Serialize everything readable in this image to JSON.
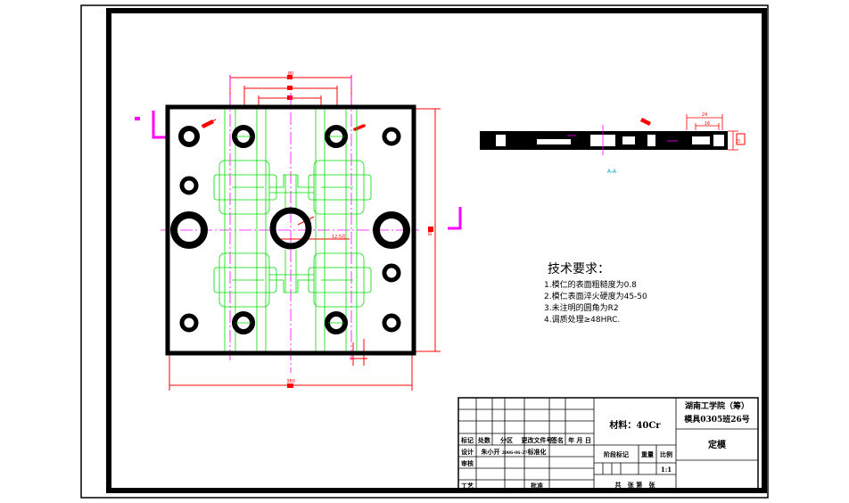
{
  "drawing": {
    "plan_dims": {
      "top_inner": "80",
      "right_height": "380",
      "hole_callout": "12.5孔",
      "bottom_width": "380"
    },
    "section": {
      "label": "A-A",
      "dim_top": "24",
      "dim_second": "16",
      "dim_side": "10"
    },
    "tech_requirements": {
      "title": "技术要求：",
      "items": [
        "1.模仁的表面粗糙度为0.8",
        "2.模仁表面淬火硬度为45-50",
        "3.未注明的圆角为R2",
        "4.调质处理≥48HRC."
      ]
    }
  },
  "title_block": {
    "school": "湖南工学院（筹）",
    "project": "模具0305班26号",
    "material": "材料：40Cr",
    "part_name": "定模",
    "row_headers": [
      "标记",
      "处数",
      "分区",
      "更改文件号",
      "签名",
      "年 月 日"
    ],
    "designer_row": [
      "设计",
      "朱小开",
      "2006-06-27",
      "标准化"
    ],
    "labels": [
      "审核",
      "工艺",
      "批准"
    ],
    "stage_mark": "阶段标记",
    "weight": "重量",
    "scale_label": "比例",
    "scale_value": "1:1",
    "sheets": "共   张 第   张"
  }
}
